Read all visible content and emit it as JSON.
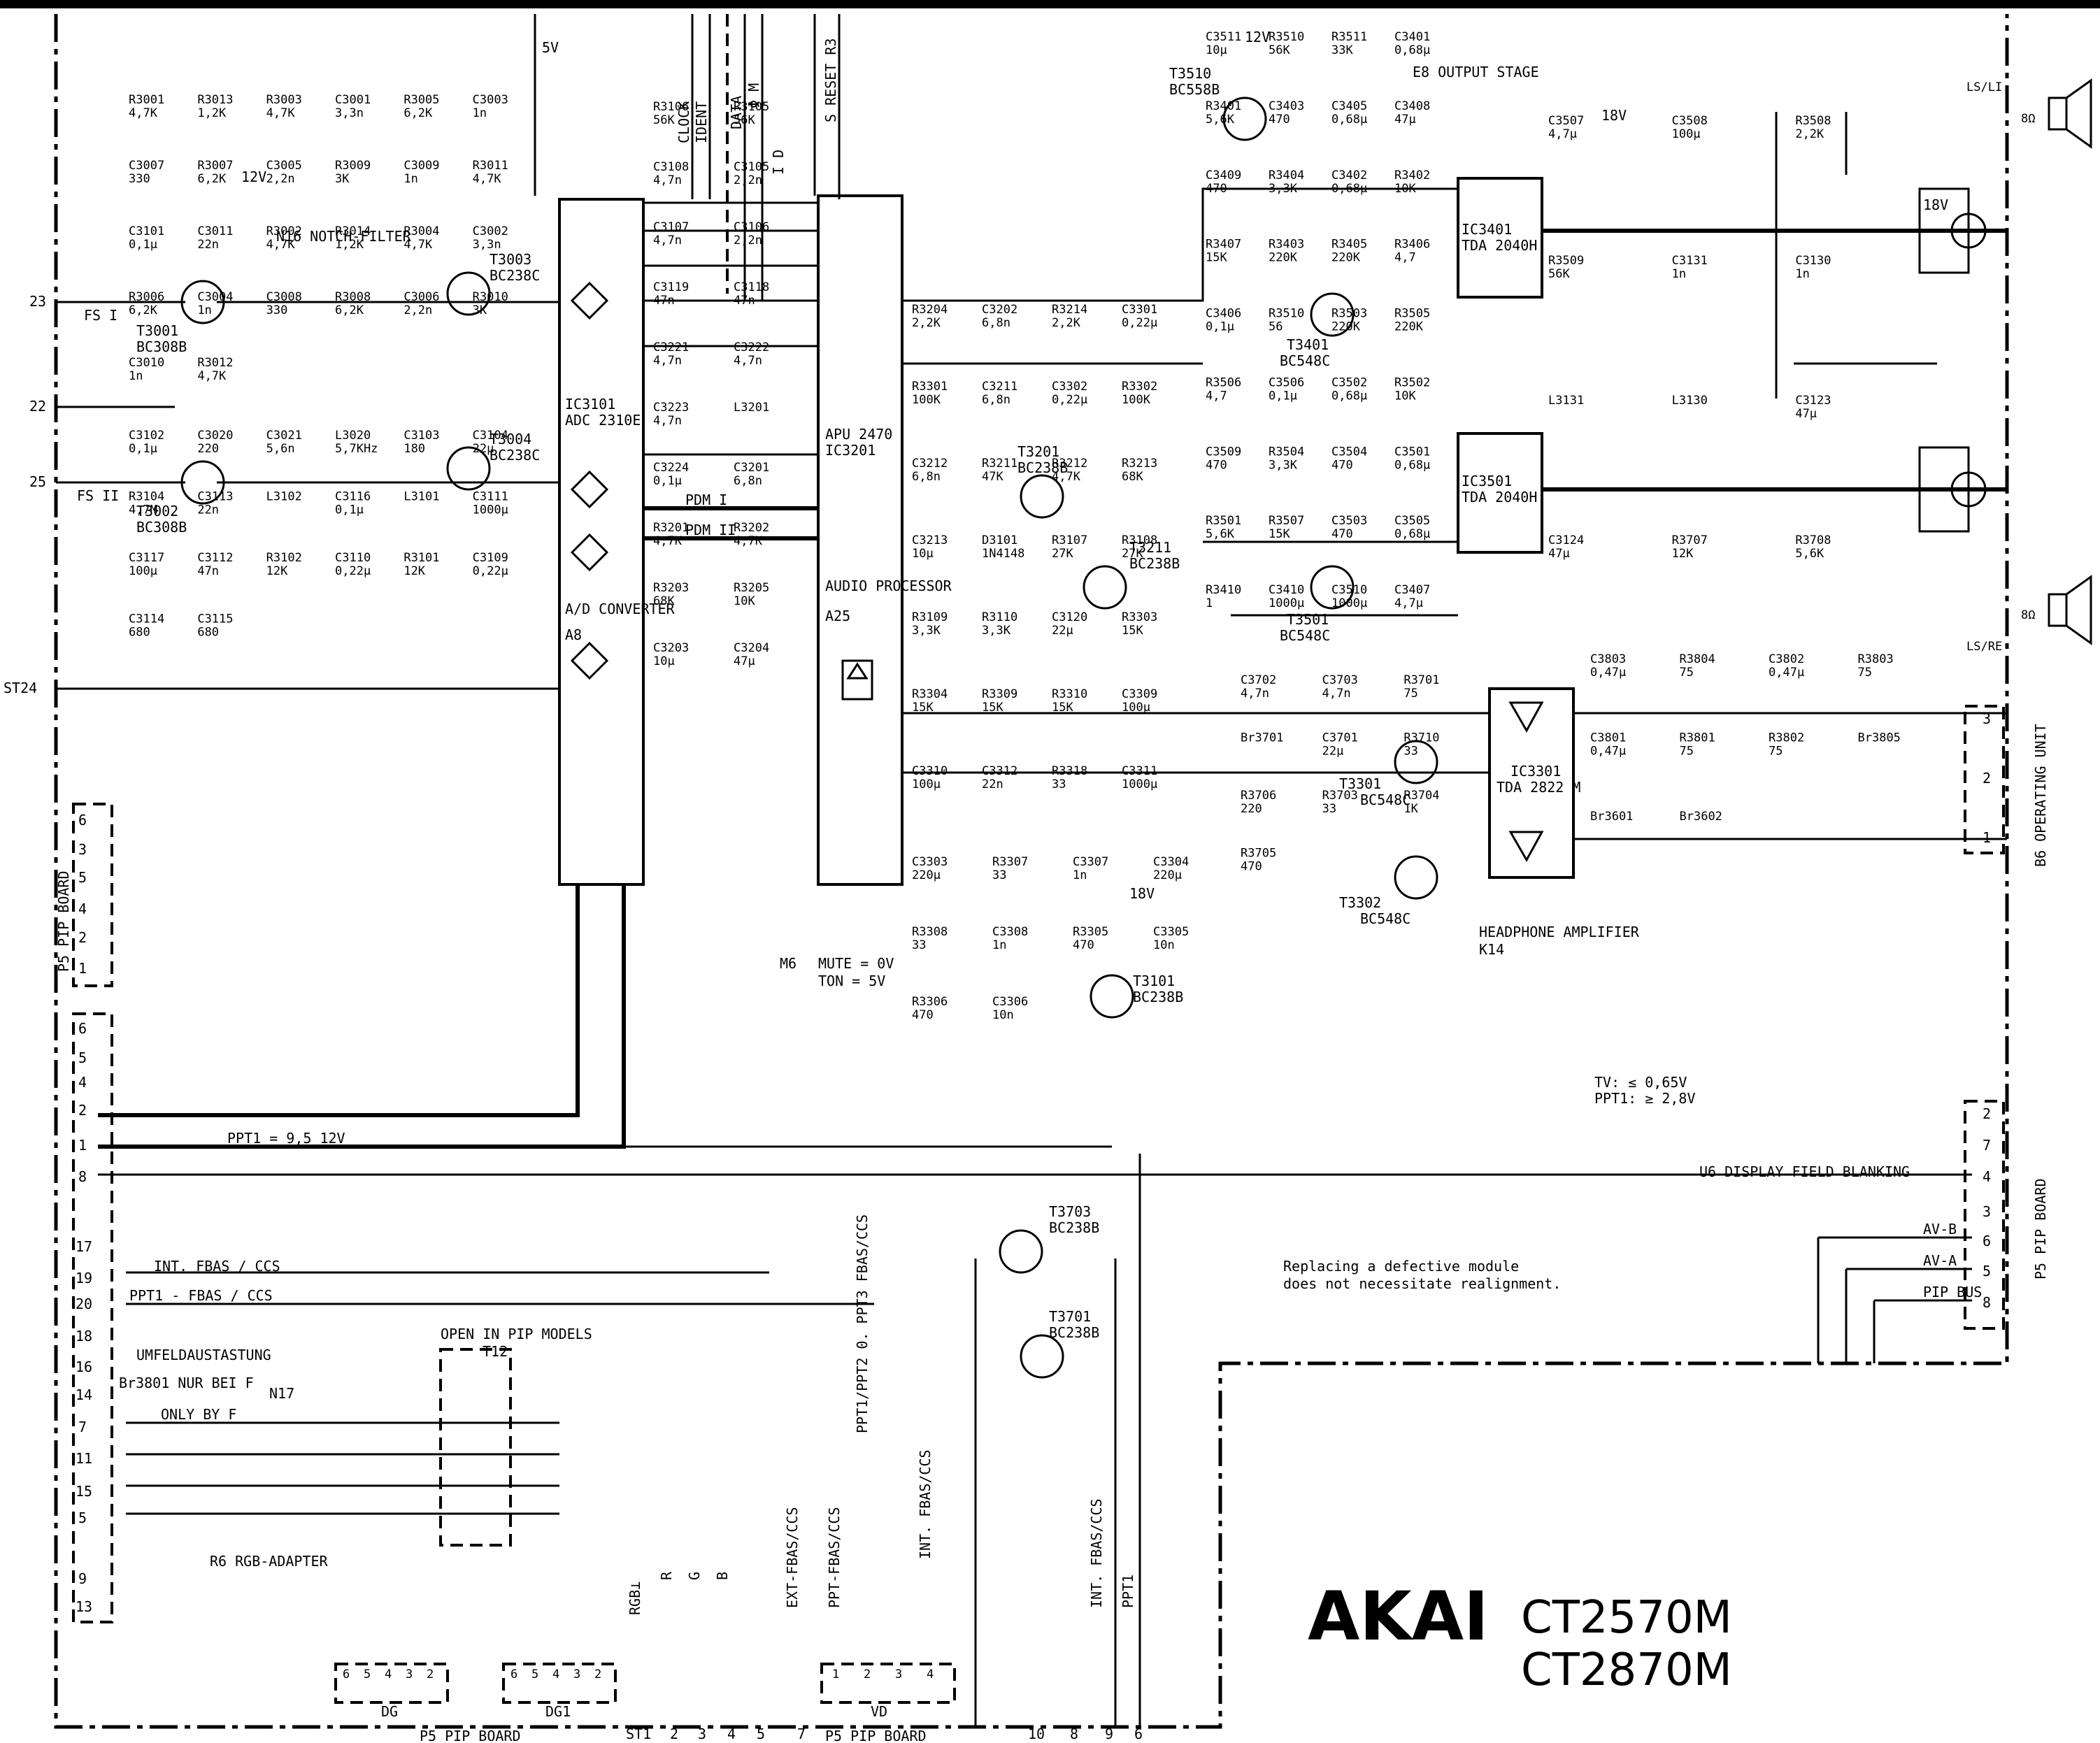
{
  "title_block": {
    "brand": "AKAI",
    "model_1": "CT2570M",
    "model_2": "CT2870M"
  },
  "note": {
    "line1": "Replacing a defective module",
    "line2": "does not necessitate realignment."
  },
  "blocks": {
    "output_stage": "E8  OUTPUT STAGE",
    "notch_filter": "N16  NOTCH-FILTER",
    "headphone_amp": "HEADPHONE  AMPLIFIER",
    "headphone_ref": "K14",
    "rgb_adapter": "R6  RGB-ADAPTER",
    "open_in_pip": "OPEN IN PIP MODELS",
    "open_ref": "T12",
    "pip_board_bottom_1": "P5  PIP BOARD",
    "pip_board_bottom_2": "P5  PIP BOARD",
    "pip_board_left": "P5  PIP BOARD",
    "pip_board_right": "P5  PIP BOARD",
    "operating_unit": "B6  OPERATING UNIT",
    "display_field_blanking": "U6  DISPLAY FIELD BLANKING",
    "mute": "MUTE = 0V",
    "ton": "TON = 5V",
    "mute_ref": "M6",
    "tv_level": "TV: ≤ 0,65V",
    "ppt_level": "PPT1: ≥ 2,8V",
    "ppt1_level": "PPT1 = 9,5 12V",
    "umfeld": "UMFELDAUSTASTUNG",
    "only_by": "ONLY BY F",
    "nur_bei": "Br3801  NUR BEI F",
    "n17": "N17"
  },
  "ics": [
    {
      "ref": "IC3101",
      "part": "ADC 2310E",
      "function": "A/D CONVERTER",
      "tag": "A8"
    },
    {
      "ref": "IC3201",
      "part": "APU 2470",
      "function": "AUDIO PROCESSOR",
      "tag": "A25"
    },
    {
      "ref": "IC3401",
      "part": "TDA 2040H"
    },
    {
      "ref": "IC3501",
      "part": "TDA 2040H"
    },
    {
      "ref": "IC3301",
      "part": "TDA 2822 M"
    }
  ],
  "transistors": [
    {
      "ref": "T3001",
      "part": "BC308B"
    },
    {
      "ref": "T3002",
      "part": "BC308B"
    },
    {
      "ref": "T3003",
      "part": "BC238C"
    },
    {
      "ref": "T3004",
      "part": "BC238C"
    },
    {
      "ref": "T3201",
      "part": "BC238B"
    },
    {
      "ref": "T3211",
      "part": "BC238B"
    },
    {
      "ref": "T3101",
      "part": "BC238B"
    },
    {
      "ref": "T3510",
      "part": "BC558B"
    },
    {
      "ref": "T3401",
      "part": "BC548C"
    },
    {
      "ref": "T3501",
      "part": "BC548C"
    },
    {
      "ref": "T3301",
      "part": "BC548C"
    },
    {
      "ref": "T3302",
      "part": "BC548C"
    },
    {
      "ref": "T3703",
      "part": "BC238B"
    },
    {
      "ref": "T3701",
      "part": "BC238B"
    }
  ],
  "bus_labels": [
    "CLOCK",
    "IDENT",
    "DATA",
    "Φ M",
    "S RESET  R3",
    "I D"
  ],
  "supply_labels": [
    "5V",
    "12V",
    "18V"
  ],
  "left_pins": [
    "23",
    "22",
    "25",
    "ST24"
  ],
  "fs_labels": [
    "FS I",
    "FS II"
  ],
  "nf_connector_pins": [
    "6",
    "3",
    "5",
    "4",
    "2",
    "1"
  ],
  "ppt_connector_pins": [
    "6",
    "5",
    "4",
    "2",
    "1",
    "8",
    "17",
    "19",
    "20",
    "18",
    "16",
    "14",
    "7",
    "11",
    "15",
    "5",
    "9",
    "13"
  ],
  "right_connector_pins": [
    "3",
    "2",
    "1"
  ],
  "pip_right_pins": [
    "2",
    "7",
    "4",
    "3",
    "6",
    "5",
    "8"
  ],
  "bottom_pins": [
    "ST1",
    "2",
    "3",
    "4",
    "5",
    "7",
    "10",
    "8",
    "9",
    "6"
  ],
  "dg_pins": [
    "6",
    "5",
    "4",
    "3",
    "2"
  ],
  "dg_labels": [
    "DG",
    "DG1",
    "VD"
  ],
  "vd_pins": [
    "1",
    "2",
    "3",
    "4"
  ],
  "signal_labels": [
    "INT. FBAS / CCS",
    "PPT1 - FBAS / CCS",
    "EXT-FBAS/CCS",
    "PPT-FBAS/CCS",
    "PPT1/PPT2 0. PPT3 FBAS/CCS",
    "INT. FBAS/CCS",
    "INT. FBAS/CCS",
    "PPT1",
    "RGB⊥",
    "R",
    "G",
    "B",
    "AV-B",
    "AV-A",
    "PIP BUS",
    "PDM I",
    "PDM II"
  ],
  "parts": [
    "R3001 4,7K",
    "R3013 1,2K",
    "R3003 4,7K",
    "C3001 3,3n",
    "R3005 6,2K",
    "C3003 1n",
    "C3007 330",
    "R3007 6,2K",
    "C3005 2,2n",
    "R3009 3K",
    "C3009 1n",
    "R3011 4,7K",
    "C3101 0,1μ",
    "C3011 22n",
    "R3002 4,7K",
    "R3014 1,2K",
    "R3004 4,7K",
    "C3002 3,3n",
    "R3006 6,2K",
    "C3004 1n",
    "C3008 330",
    "R3008 6,2K",
    "C3006 2,2n",
    "R3010 3K",
    "C3010 1n",
    "R3012 4,7K",
    "C3102 0,1μ",
    "C3020 220",
    "C3021 5,6n",
    "L3020 5,7KHz",
    "C3103 180",
    "C3104 22μ",
    "R3104 4,7M",
    "C3113 22n",
    "L3102",
    "C3116 0,1μ",
    "L3101",
    "C3111 1000μ",
    "C3117 100μ",
    "C3112 47n",
    "R3102 12K",
    "C3110 0,22μ",
    "R3101 12K",
    "C3109 0,22μ",
    "C3114 680",
    "C3115 680",
    "R3106 56K",
    "R3105 56K",
    "C3108 4,7n",
    "C3105 2,2n",
    "C3107 4,7n",
    "C3106 2,2n",
    "C3119 47n",
    "C3118 47n",
    "C3221 4,7n",
    "C3222 4,7n",
    "C3223 4,7n",
    "L3201",
    "C3224 0,1μ",
    "C3201 6,8n",
    "R3201 4,7K",
    "R3202 4,7K",
    "R3203 68K",
    "R3205 10K",
    "C3203 10μ",
    "C3204 47μ",
    "R3204 2,2K",
    "C3202 6,8n",
    "R3214 2,2K",
    "C3301 0,22μ",
    "R3301 100K",
    "C3211 6,8n",
    "C3302 0,22μ",
    "R3302 100K",
    "C3212 6,8n",
    "R3211 47K",
    "R3212 4,7K",
    "R3213 68K",
    "C3213 10μ",
    "D3101 1N4148",
    "R3107 27K",
    "R3108 27K",
    "R3109 3,3K",
    "R3110 3,3K",
    "C3120 22μ",
    "R3303 15K",
    "R3304 15K",
    "R3309 15K",
    "R3310 15K",
    "C3309 100μ",
    "C3310 100μ",
    "C3312 22n",
    "R3318 33",
    "C3311 1000μ",
    "C3303 220μ",
    "R3307 33",
    "C3307 1n",
    "C3304 220μ",
    "R3308 33",
    "C3308 1n",
    "R3305 470",
    "C3305 10n",
    "R3306 470",
    "C3306 10n",
    "C3511 10μ",
    "R3510 56K",
    "R3511 33K",
    "C3401 0,68μ",
    "R3401 5,6K",
    "C3403 470",
    "C3405 0,68μ",
    "C3408 47μ",
    "C3409 470",
    "R3404 3,3K",
    "C3402 0,68μ",
    "R3402 10K",
    "R3407 15K",
    "R3403 220K",
    "R3405 220K",
    "R3406 4,7",
    "C3406 0,1μ",
    "R3510 56",
    "R3503 220K",
    "R3505 220K",
    "R3506 4,7",
    "C3506 0,1μ",
    "C3502 0,68μ",
    "R3502 10K",
    "C3509 470",
    "R3504 3,3K",
    "C3504 470",
    "C3501 0,68μ",
    "R3501 5,6K",
    "R3507 15K",
    "C3503 470",
    "C3505 0,68μ",
    "R3410 1",
    "C3410 1000μ",
    "C3510 1000μ",
    "C3407 4,7μ",
    "C3507 4,7μ",
    "C3508 100μ",
    "R3508 2,2K",
    "R3509 56K",
    "C3131 1n",
    "C3130 1n",
    "L3131",
    "L3130",
    "C3123 47μ",
    "C3124 47μ",
    "R3707 12K",
    "R3708 5,6K",
    "C3702 4,7n",
    "C3703 4,7n",
    "R3701 75",
    "Br3701",
    "C3701 22μ",
    "R3710 33",
    "R3706 220",
    "R3703 33",
    "R3704 1K",
    "R3705 470",
    "C3803 0,47μ",
    "R3804 75",
    "C3802 0,47μ",
    "R3803 75",
    "C3801 0,47μ",
    "R3801 75",
    "R3802 75",
    "Br3805",
    "Br3601",
    "Br3602"
  ],
  "speakers": [
    {
      "name": "LS/LI",
      "load": "8Ω"
    },
    {
      "name": "LS/RE",
      "load": "8Ω"
    }
  ]
}
